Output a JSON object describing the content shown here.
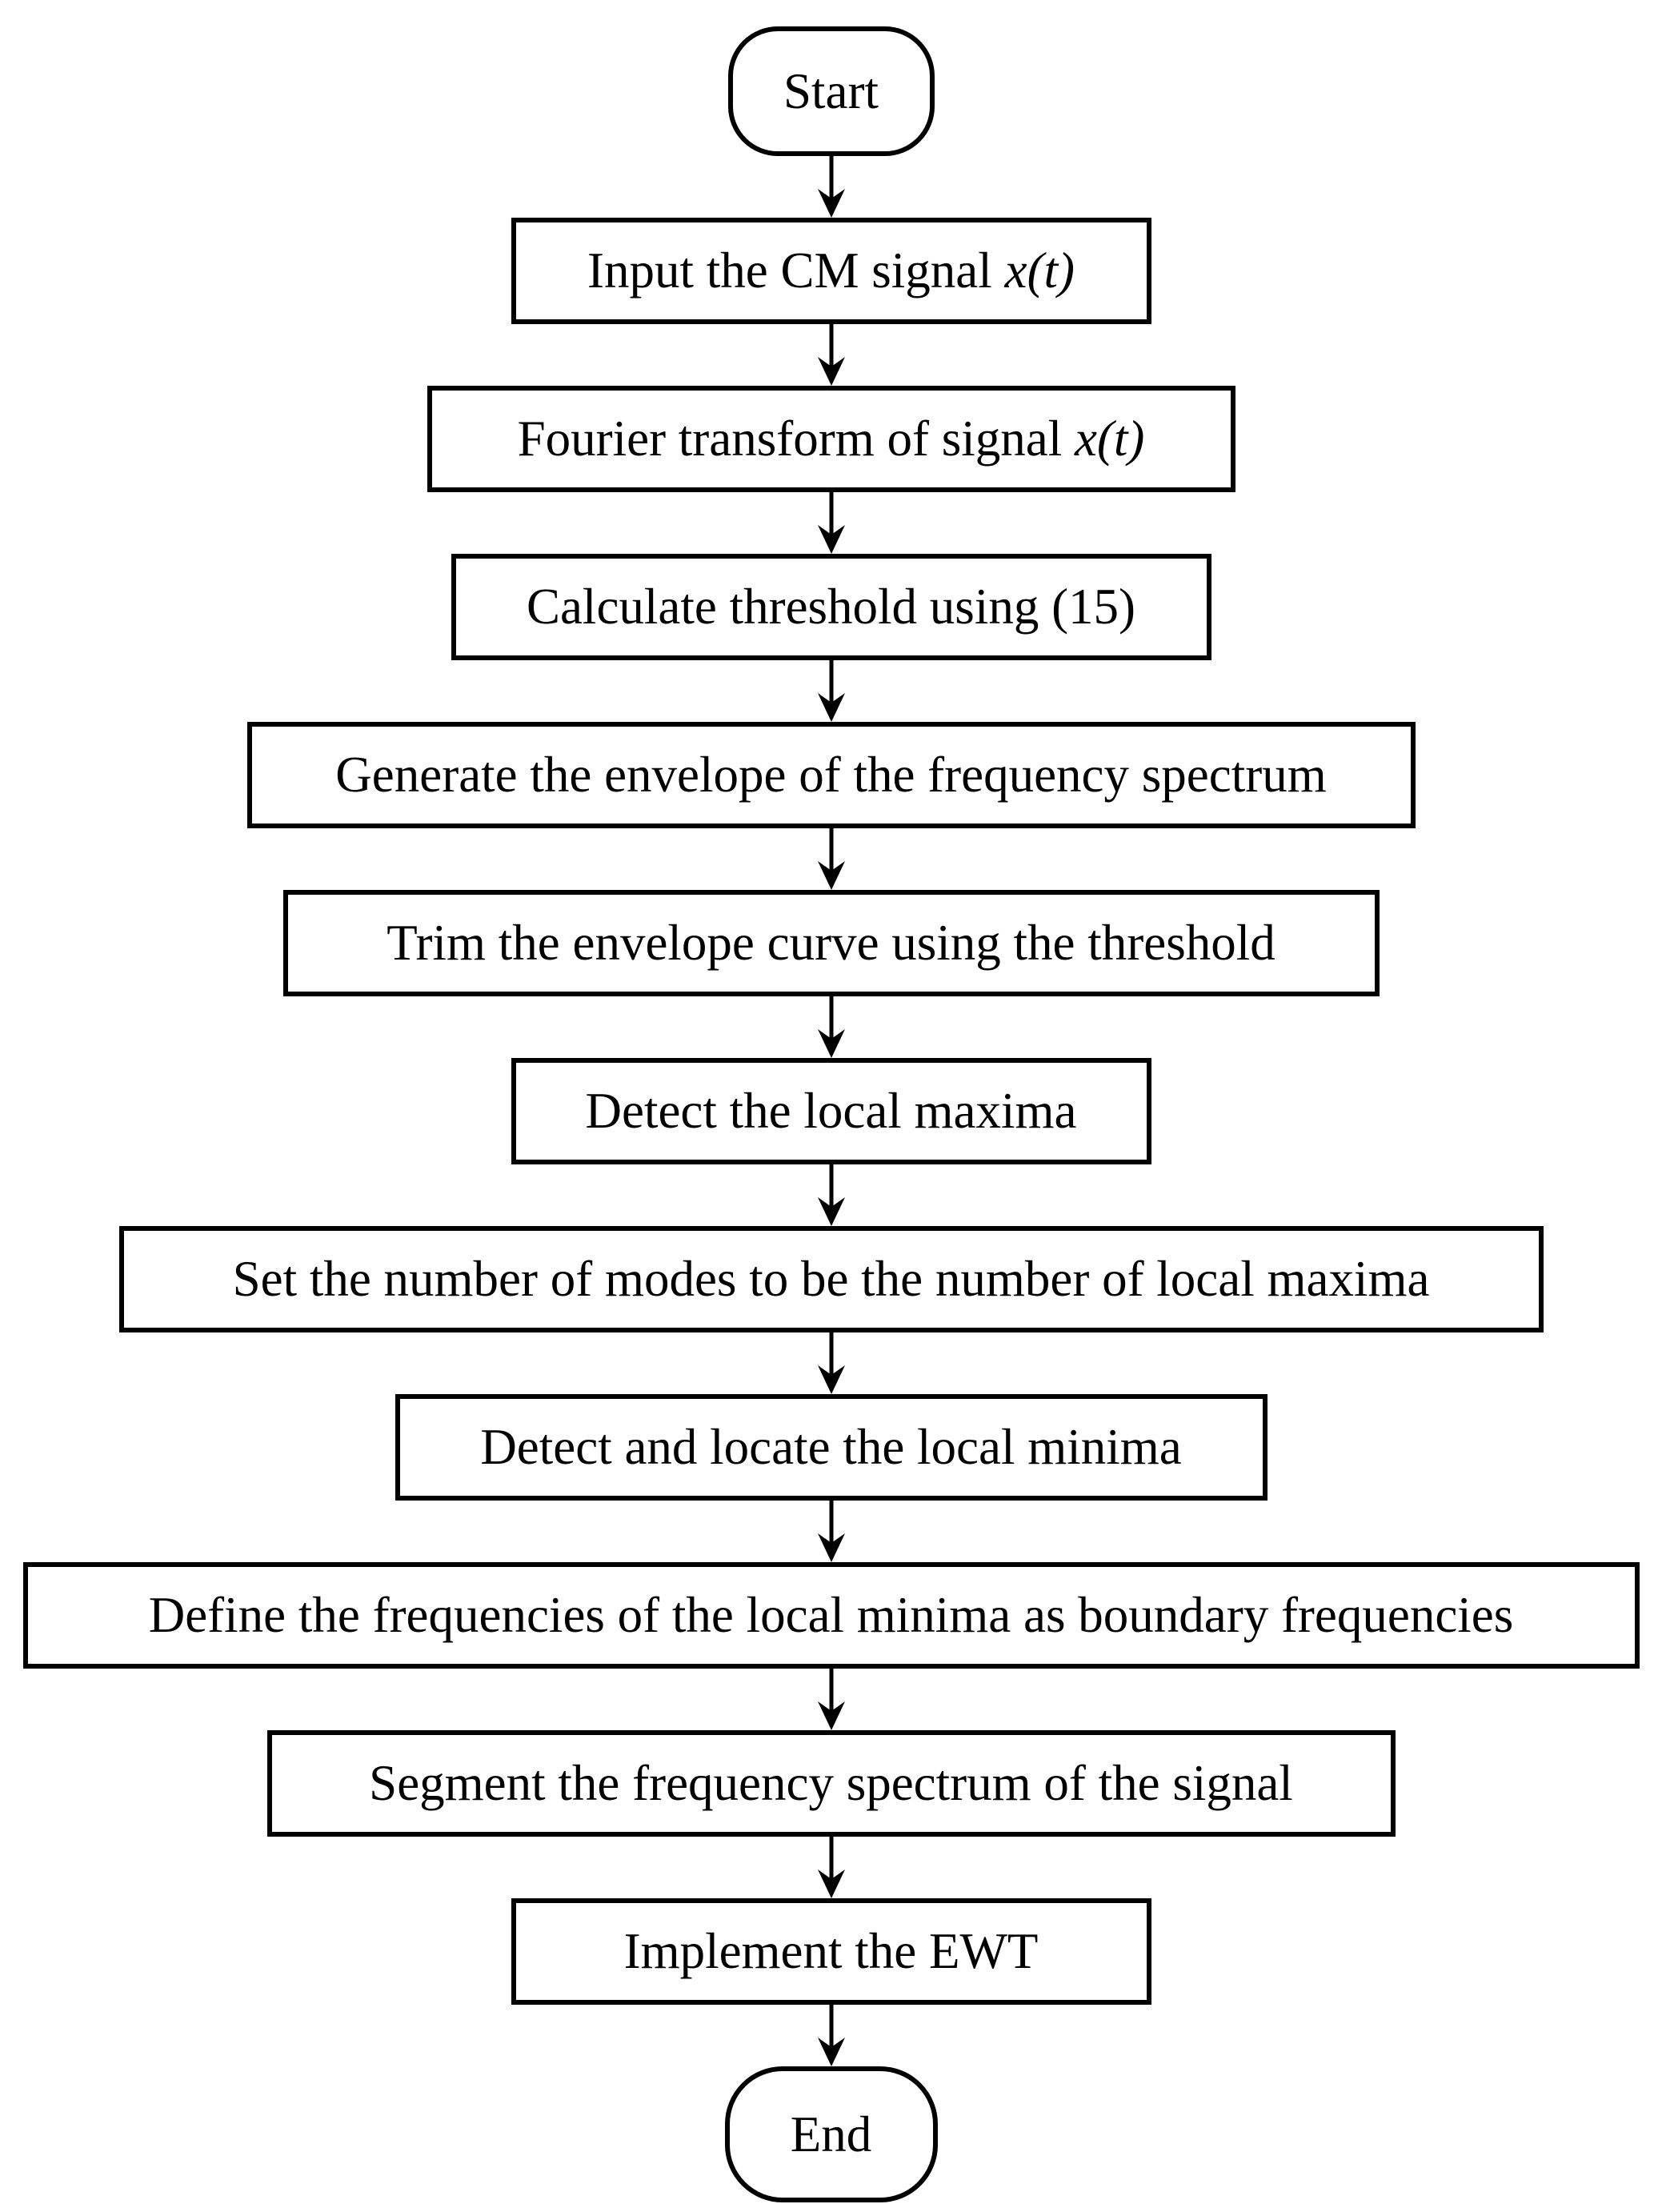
{
  "flow": {
    "start": {
      "label": "Start"
    },
    "steps": [
      {
        "label": "Input the CM signal ",
        "math": "x(t)"
      },
      {
        "label": "Fourier transform of signal ",
        "math": "x(t)"
      },
      {
        "label": "Calculate threshold using (15)"
      },
      {
        "label": "Generate the envelope of the frequency spectrum"
      },
      {
        "label": "Trim the envelope curve using the threshold"
      },
      {
        "label": "Detect the local maxima"
      },
      {
        "label": "Set the number of modes to be the number of local maxima"
      },
      {
        "label": "Detect and locate the local minima"
      },
      {
        "label": "Define the frequencies of the local minima as boundary frequencies"
      },
      {
        "label": "Segment the frequency spectrum of the signal"
      },
      {
        "label": "Implement the EWT"
      }
    ],
    "end": {
      "label": "End"
    },
    "colors": {
      "stroke": "#000000",
      "background": "#ffffff",
      "text": "#000000"
    }
  }
}
